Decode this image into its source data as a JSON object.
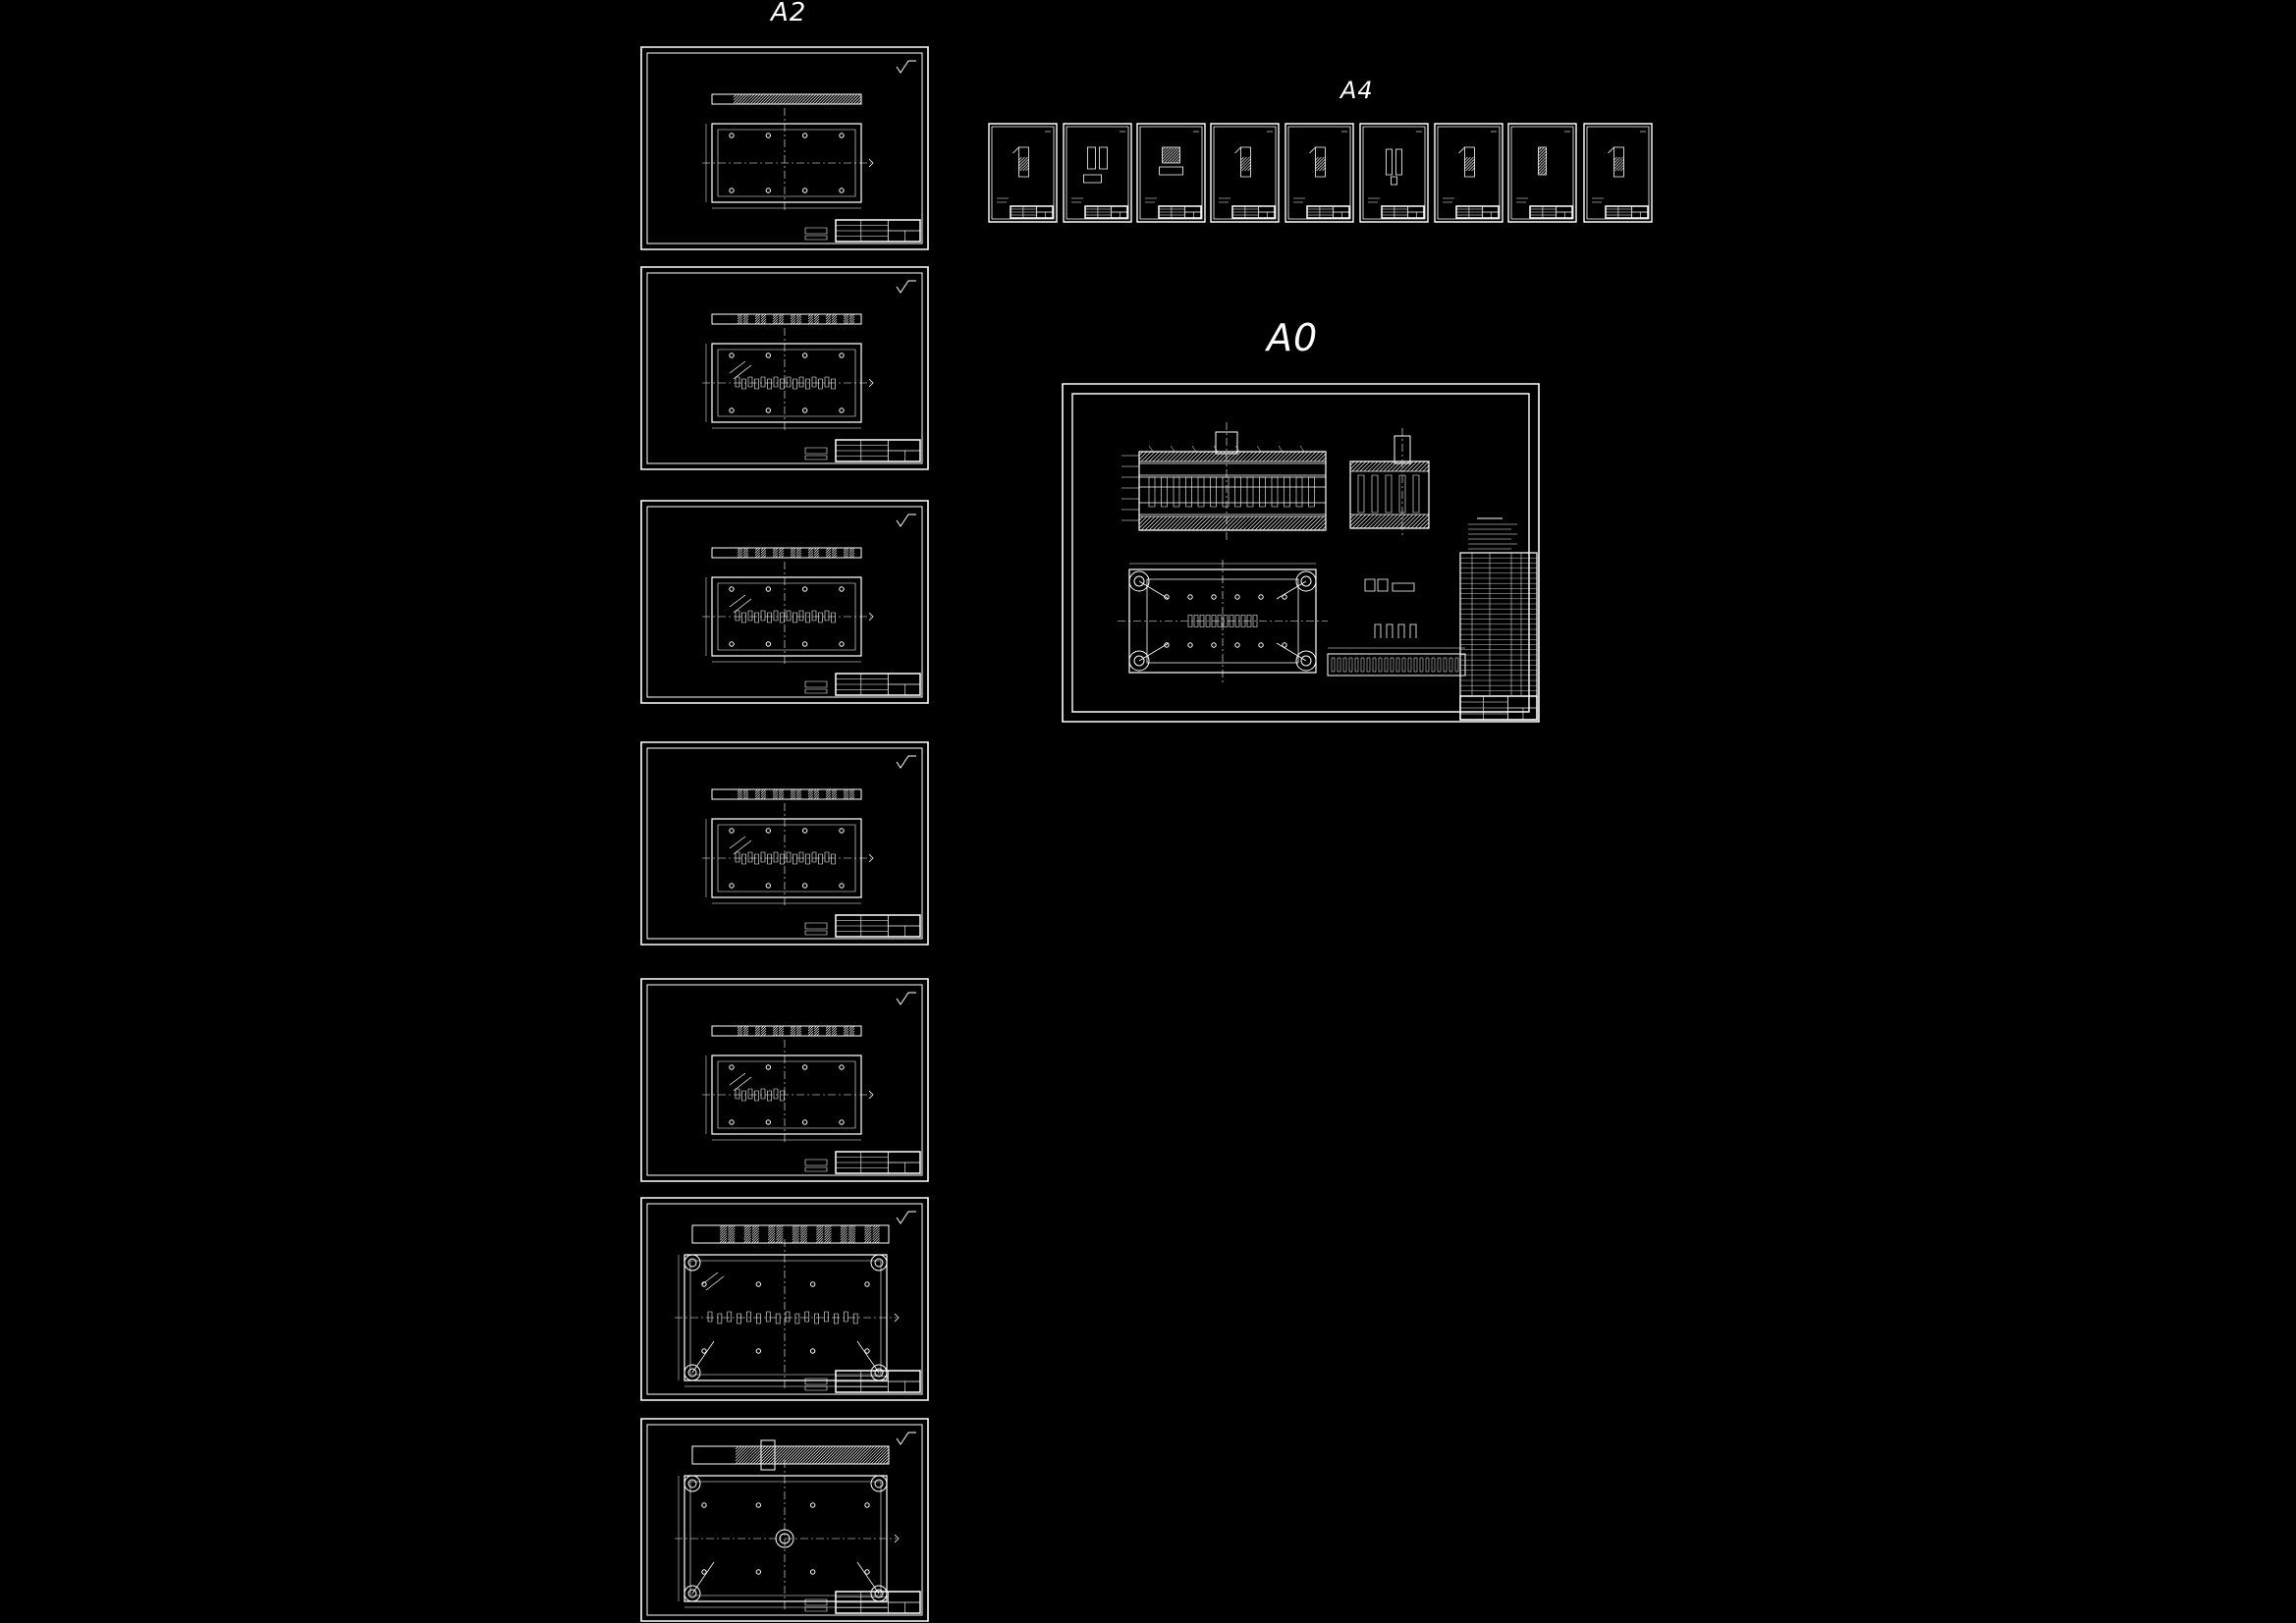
{
  "app": {
    "background": "#000000",
    "line_color": "#ffffff"
  },
  "groups": {
    "a2": {
      "label": "A2",
      "sheet_count": 7
    },
    "a4": {
      "label": "A4",
      "sheet_count": 9
    },
    "a0": {
      "label": "A0",
      "sheet_count": 1
    }
  }
}
